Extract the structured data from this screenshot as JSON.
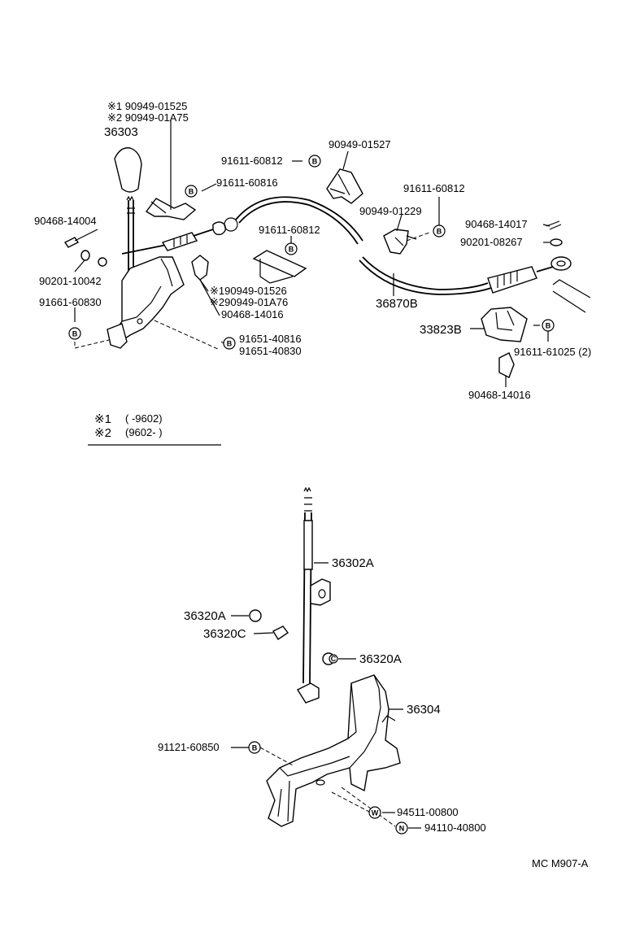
{
  "notes": {
    "n1_mark": "※1",
    "n1_text": "(        -9602)",
    "n2_mark": "※2",
    "n2_text": "(9602-         )"
  },
  "badges": {
    "b": "B",
    "w": "W",
    "n": "N",
    "c": "C"
  },
  "labels": {
    "l1": "※1 90949-01525",
    "l2": "※2 90949-01A75",
    "l3": "36303",
    "l4": "91611-60812",
    "l5": "90949-01527",
    "l6": "91611-60816",
    "l7": "91611-60812",
    "l8": "90949-01229",
    "l9": "90468-14017",
    "l10": "90201-08267",
    "l11": "90468-14004",
    "l12": "91611-60812",
    "l13": "90201-10042",
    "l14": "※190949-01526",
    "l15": "※290949-01A76",
    "l16": "90468-14016",
    "l17": "91661-60830",
    "l18": "36870B",
    "l19": "33823B",
    "l20": "91651-40816",
    "l21": "91651-40830",
    "l22": "91611-61025 (2)",
    "l23": "90468-14016",
    "l24": "36302A",
    "l25": "36320A",
    "l26": "36320C",
    "l27": "36320A",
    "l28": "36304",
    "l29": "91121-60850",
    "l30": "94511-00800",
    "l31": "94110-40800",
    "l32": "MC M907-A"
  }
}
